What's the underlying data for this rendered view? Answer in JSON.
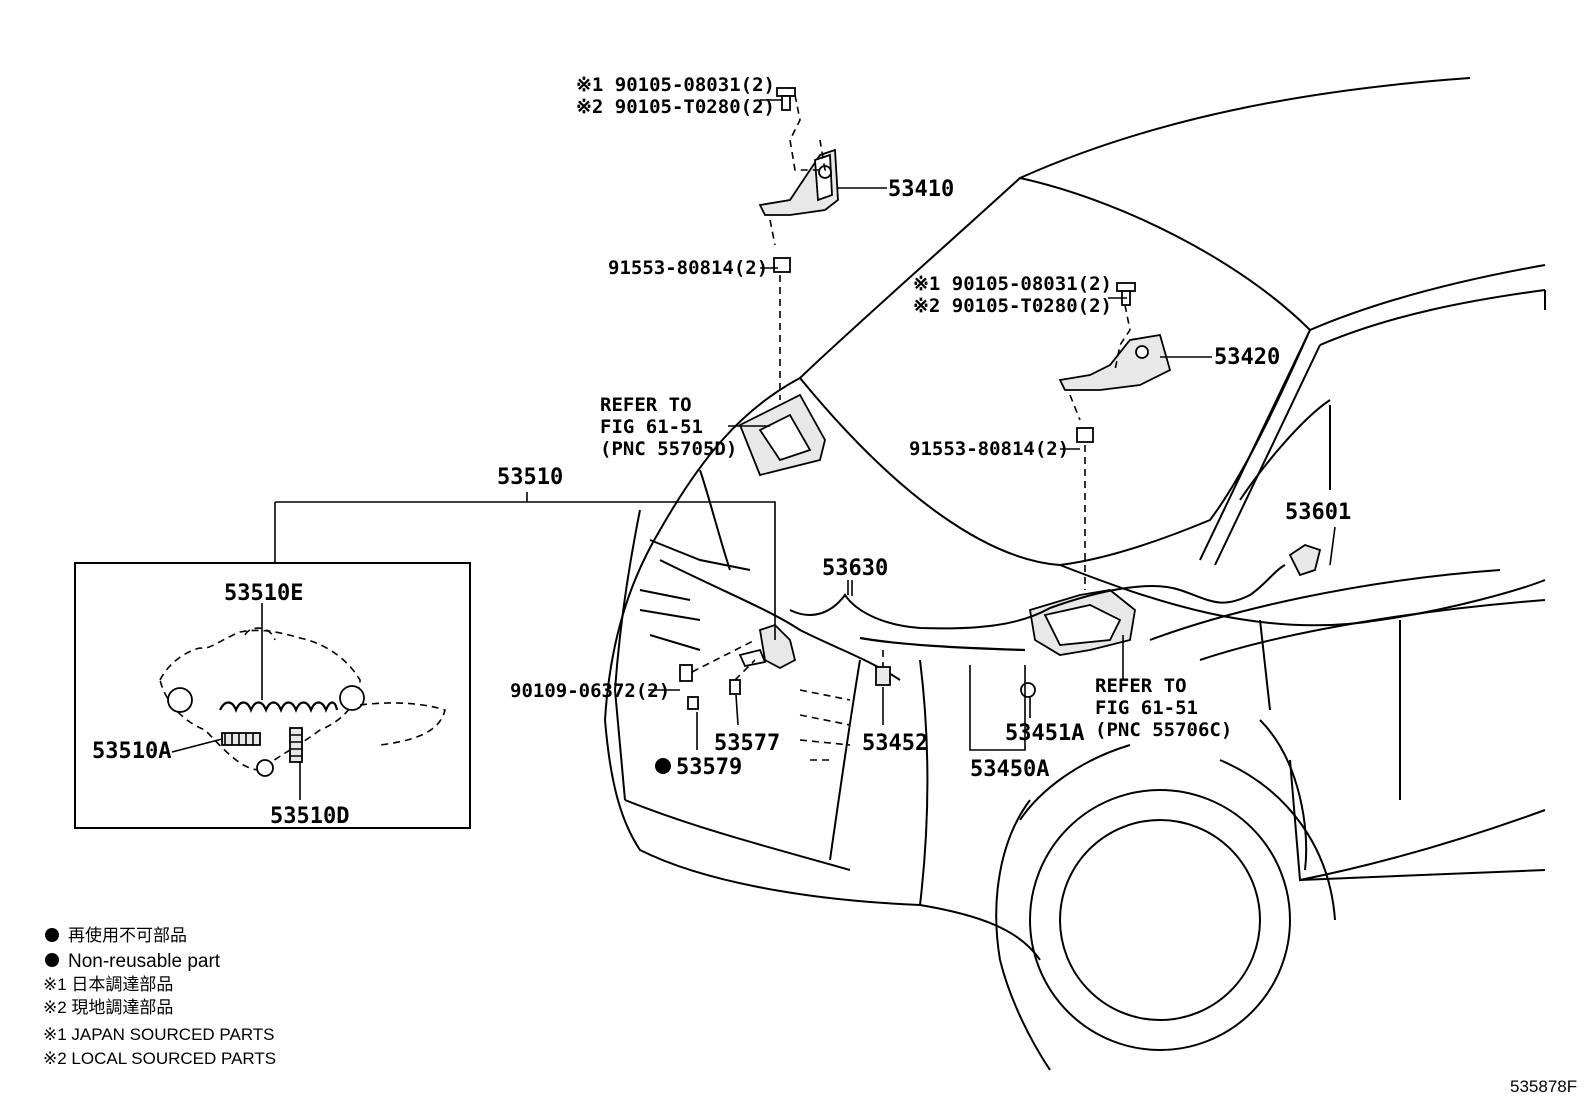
{
  "diagram": {
    "parts": {
      "hinge_lh": "53410",
      "hinge_rh": "53420",
      "lock_assy": "53510",
      "lock_spring_e": "53510E",
      "lock_spring_a": "53510A",
      "lock_spring_d": "53510D",
      "cable": "53630",
      "lever": "53601",
      "support_rod": "53452",
      "grommet": "53451A",
      "rod_assy": "53450A",
      "stopper": "53577",
      "clip": "53579"
    },
    "fasteners": {
      "left_bolt_1": "※1  90105-08031(2)",
      "left_bolt_2": "※2  90105-T0280(2)",
      "left_nut": "91553-80814(2)",
      "right_bolt_1": "※1  90105-08031(2)",
      "right_bolt_2": "※2  90105-T0280(2)",
      "right_nut": "91553-80814(2)",
      "lock_bolt": "90109-06372(2)"
    },
    "refs": {
      "left": [
        "REFER TO",
        "FIG 61-51",
        "(PNC 55705D)"
      ],
      "right": [
        "REFER TO",
        "FIG 61-51",
        "(PNC 55706C)"
      ]
    },
    "legend": {
      "non_reusable_jp": "再使用不可部品",
      "non_reusable_en": "Non-reusable part",
      "japan_jp": "※1 日本調達部品",
      "local_jp": "※2 現地調達部品",
      "japan_en": "※1 JAPAN SOURCED PARTS",
      "local_en": "※2 LOCAL SOURCED PARTS"
    },
    "figure_code": "535878F"
  }
}
